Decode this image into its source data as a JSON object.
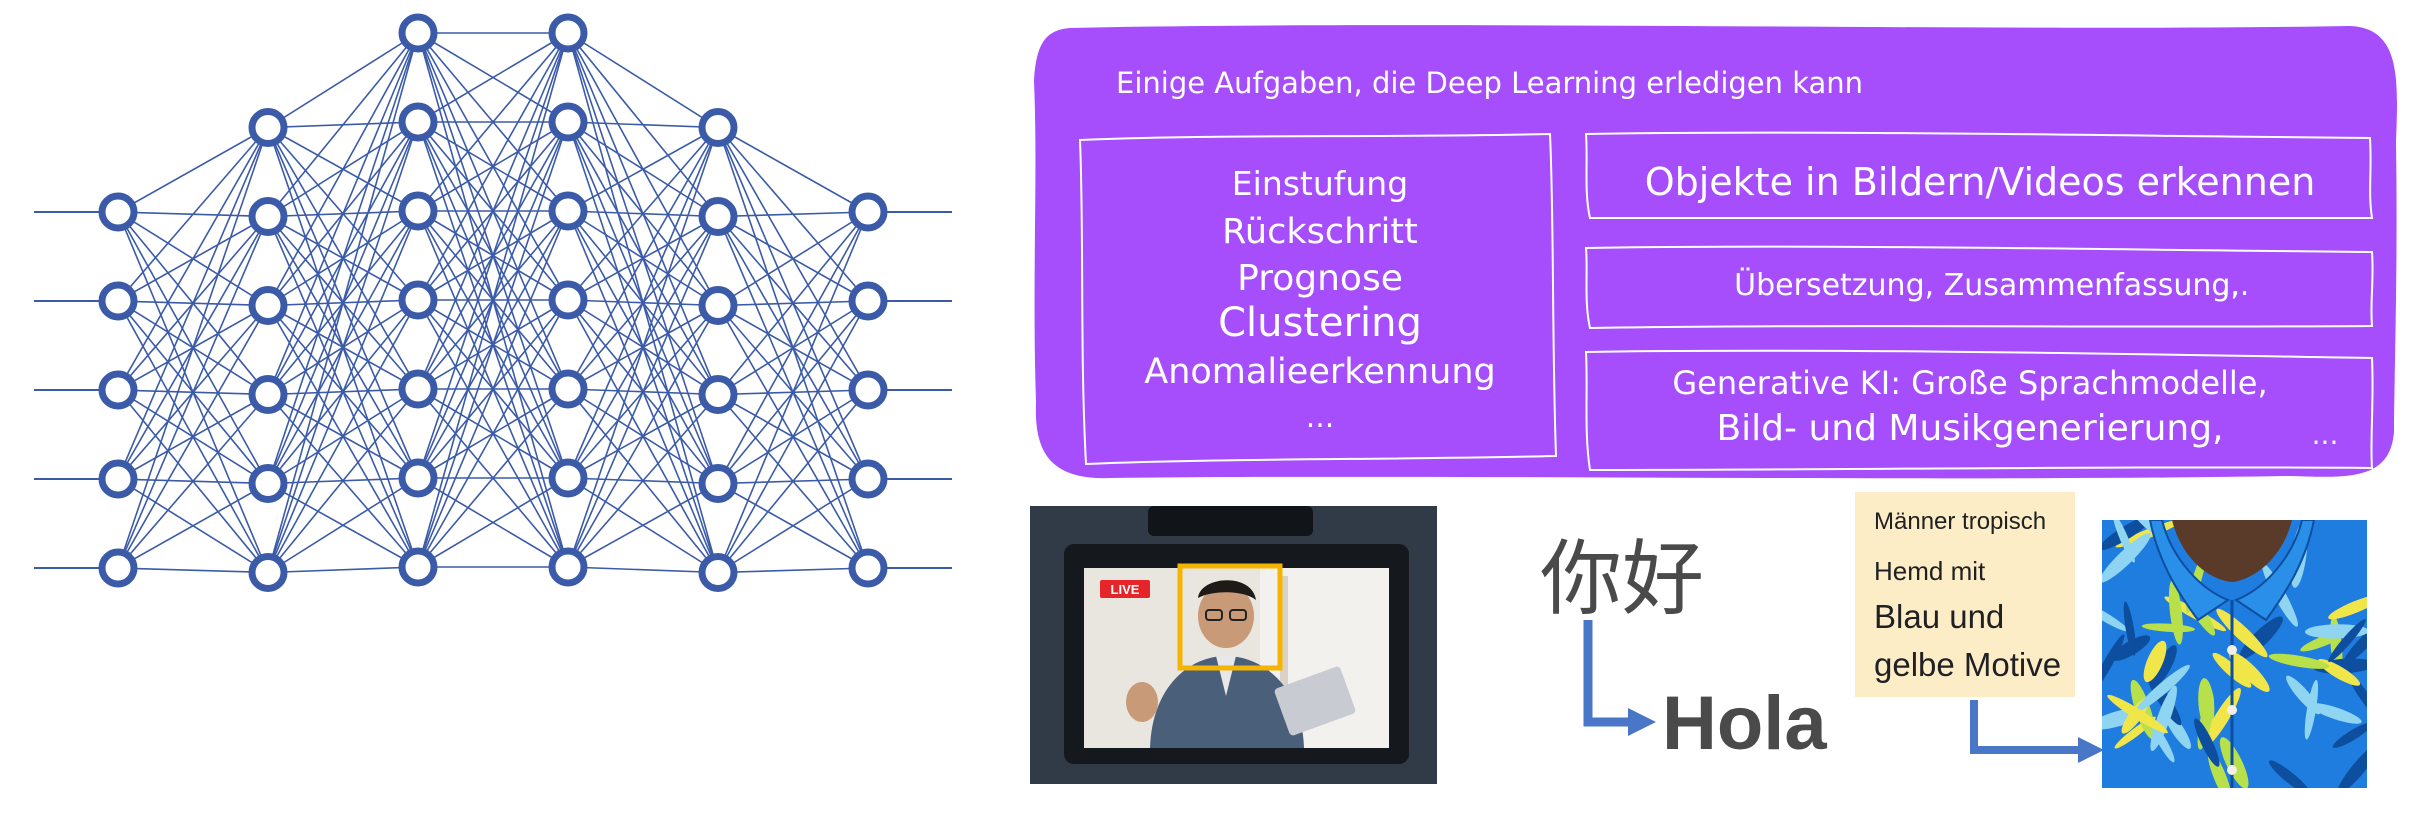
{
  "network": {
    "layers": [
      5,
      6,
      7,
      7,
      6,
      5
    ],
    "color": "#3b5ba8"
  },
  "panel": {
    "title": "Einige Aufgaben, die Deep Learning erledigen kann",
    "color": "#a64dfc",
    "list_items": [
      "Einstufung",
      "Rückschritt",
      "Prognose",
      "Clustering",
      "Anomalieerkennung",
      "..."
    ],
    "box_object_detection": "Objekte in Bildern/Videos erkennen",
    "box_translation": "Übersetzung, Zusammenfassung,",
    "box_translation_dots": "...",
    "box_genai_line1": "Generative KI: Große Sprachmodelle,",
    "box_genai_line2": "Bild- und Musikgenerierung,",
    "box_genai_dots": "..."
  },
  "video": {
    "live_badge": "LIVE",
    "detect_color": "#f5b400"
  },
  "translation": {
    "source": "你好",
    "target": "Hola",
    "arrow_color": "#4a76c8"
  },
  "caption": {
    "lines": [
      "Männer tropisch",
      "Hemd mit",
      "Blau und",
      "gelbe Motive"
    ],
    "bg": "#fdedc6"
  }
}
